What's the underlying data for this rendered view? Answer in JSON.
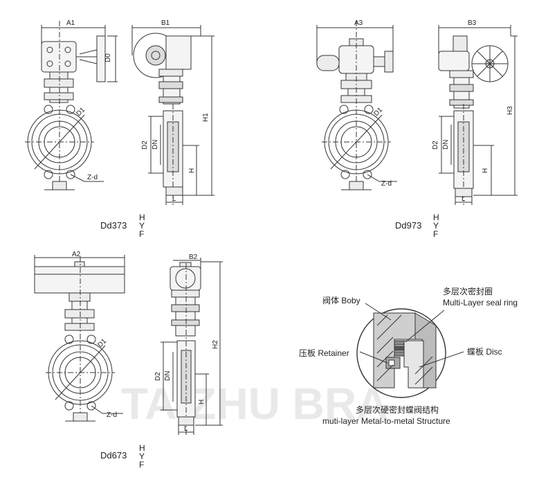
{
  "watermark": "TAIZHU BRA",
  "views": [
    {
      "id": "dd373",
      "model": "Dd373",
      "suffixes": [
        "H",
        "Y",
        "F"
      ],
      "dims": {
        "front_width": "A1",
        "side_width": "B1",
        "operator_height": "D0",
        "bolt_circle": "D1",
        "inner_dia": "D2",
        "bore": "DN",
        "height_total": "H1",
        "height": "H",
        "face_length": "L",
        "bolts": "Z-d"
      }
    },
    {
      "id": "dd973",
      "model": "Dd973",
      "suffixes": [
        "H",
        "Y",
        "F"
      ],
      "dims": {
        "front_width": "A3",
        "side_width": "B3",
        "bolt_circle": "D1",
        "inner_dia": "D2",
        "bore": "DN",
        "height_total": "H3",
        "height": "H",
        "face_length": "L",
        "bolts": "Z-d"
      }
    },
    {
      "id": "dd673",
      "model": "Dd673",
      "suffixes": [
        "H",
        "Y",
        "F"
      ],
      "dims": {
        "front_width": "A2",
        "side_width": "B2",
        "bolt_circle": "D1",
        "inner_dia": "D2",
        "bore": "DN",
        "height_total": "H2",
        "height": "H",
        "face_length": "L",
        "bolts": "Z-d"
      }
    }
  ],
  "detail": {
    "labels": {
      "body": "阀体 Boby",
      "seal_cn": "多层次密封圈",
      "seal_en": "Multi-Layer seal ring",
      "retainer": "压板 Retainer",
      "disc": "蝶板 Disc"
    },
    "title_cn": "多层次硬密封蝶阀结构",
    "title_en": "muti-layer Metal-to-metal Structure"
  }
}
